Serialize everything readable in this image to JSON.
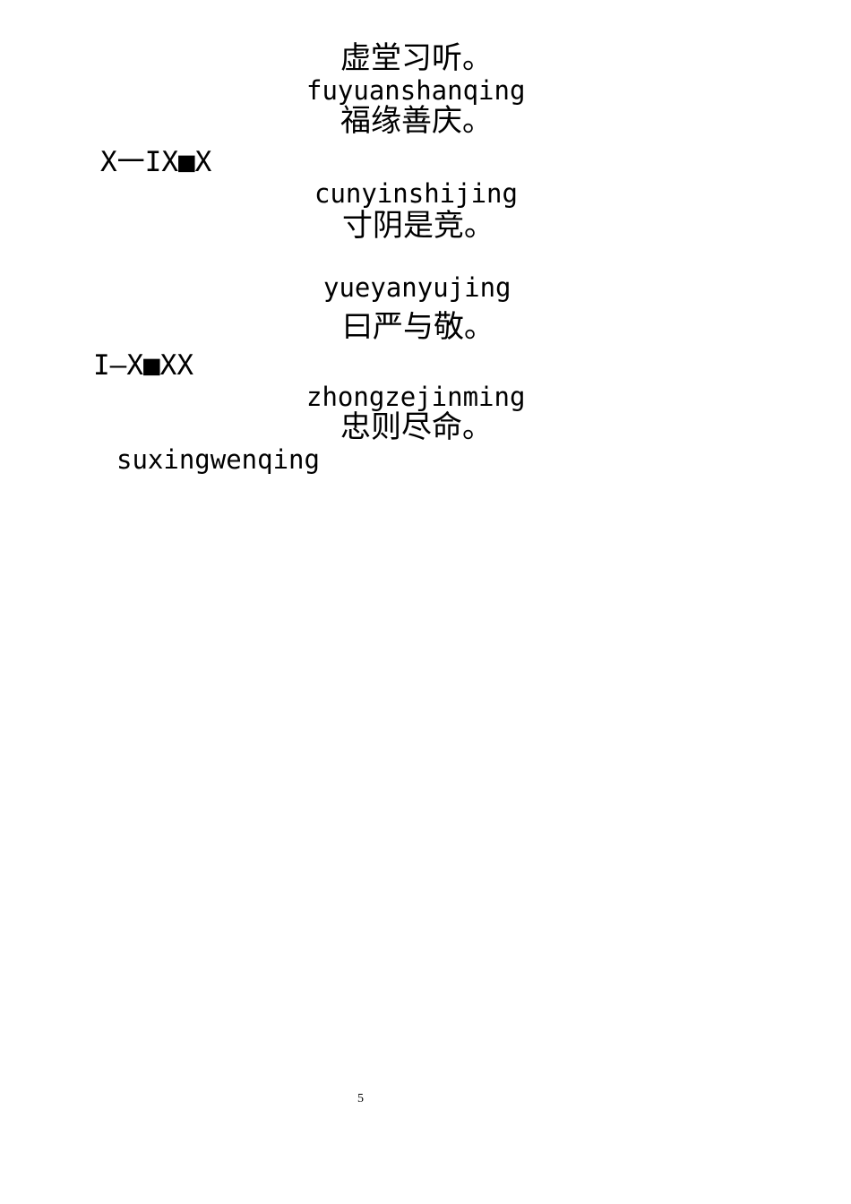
{
  "lines": [
    {
      "kind": "hanzi",
      "text": "虚堂习听。"
    },
    {
      "kind": "pinyin",
      "text": "fuyuanshanqing"
    },
    {
      "kind": "hanzi",
      "text": "福缘善庆。"
    },
    {
      "kind": "marker",
      "text": "X一IX■X"
    },
    {
      "kind": "pinyin",
      "text": "cunyinshijing"
    },
    {
      "kind": "hanzi",
      "text": "寸阴是竞。"
    },
    {
      "kind": "pinyin",
      "text": "yueyanyujing"
    },
    {
      "kind": "hanzi",
      "text": "曰严与敬。"
    },
    {
      "kind": "marker",
      "text": "I—X■XX"
    },
    {
      "kind": "pinyin",
      "text": "zhongzejinming"
    },
    {
      "kind": "hanzi",
      "text": "忠则尽命。"
    },
    {
      "kind": "pinyin",
      "text": "suxingwenqing"
    }
  ],
  "page_number": "5"
}
